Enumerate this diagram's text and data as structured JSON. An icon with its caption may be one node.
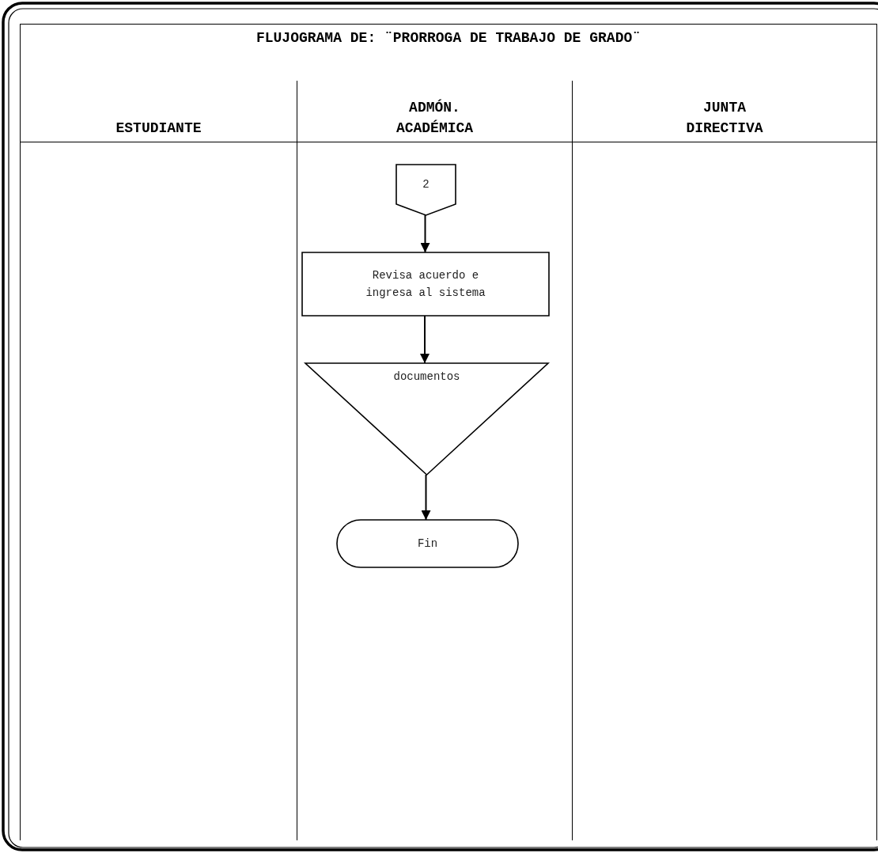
{
  "diagram": {
    "title": "FLUJOGRAMA DE: ¨PRORROGA DE TRABAJO DE GRADO¨",
    "nodes": [
      {
        "text": [
          "ESTUDIANTE"
        ]
      },
      {
        "text": [
          "ADMÓN. ACADÉMICA"
        ]
      },
      {
        "text": [
          "JUNTA DIRECTIVA"
        ]
      },
      {
        "text": [
          "2"
        ],
        "in": 1
      },
      {
        "text": [
          "Revisa acuerdo e ingresa al sistema"
        ],
        "in": 1
      },
      {
        "text": [
          "documentos"
        ],
        "in": 1
      },
      {
        "text": [
          "Fin"
        ],
        "in": 1
      }
    ],
    "edges": [
      {
        "from": 3,
        "to": 4,
        "arrow": "to"
      },
      {
        "from": 4,
        "to": 5,
        "arrow": "to"
      },
      {
        "from": 5,
        "to": 6,
        "arrow": "to"
      }
    ]
  }
}
